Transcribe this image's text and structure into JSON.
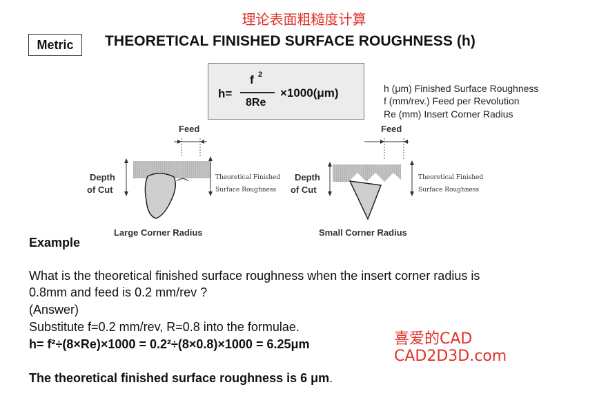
{
  "header": {
    "cn_title": "理论表面粗糙度计算",
    "metric_label": "Metric",
    "main_title": "THEORETICAL FINISHED SURFACE ROUGHNESS (h)"
  },
  "formula": {
    "lhs": "h=",
    "numerator": "f",
    "exponent": "2",
    "denominator": "8Re",
    "multiplier": "×1000(μm)"
  },
  "legend": [
    "h (μm)  Finished Surface Roughness",
    "f (mm/rev.)   Feed per Revolution",
    "Re (mm)   Insert Corner Radius"
  ],
  "diagram": {
    "left": {
      "feed_label": "Feed",
      "depth_label_1": "Depth",
      "depth_label_2": "of Cut",
      "rough_label_1": "Theoretical Finished",
      "rough_label_2": "Surface Roughness",
      "caption": "Large Corner Radius"
    },
    "right": {
      "feed_label": "Feed",
      "depth_label_1": "Depth",
      "depth_label_2": "of Cut",
      "rough_label_1": "Theoretical Finished",
      "rough_label_2": "Surface Roughness",
      "caption": "Small Corner Radius"
    }
  },
  "example": {
    "heading": "Example",
    "question_line1": "What is the theoretical finished surface roughness when the insert corner radius is",
    "question_line2": "0.8mm and feed is 0.2 mm/rev ?",
    "answer_label": "(Answer)",
    "substitute": "Substitute f=0.2 mm/rev, R=0.8 into the formulae.",
    "calculation": "h= f²÷(8×Re)×1000 = 0.2²÷(8×0.8)×1000 = 6.25μm",
    "conclusion": "The theoretical finished surface roughness is 6 μm",
    "conclusion_end": "."
  },
  "watermark": {
    "line1": "喜爱的CAD",
    "line2": "CAD2D3D.com"
  }
}
